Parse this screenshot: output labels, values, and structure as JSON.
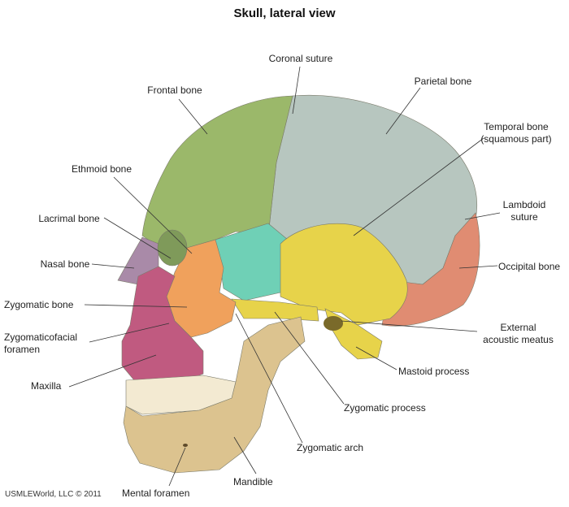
{
  "title": "Skull, lateral view",
  "credit": "USMLEWorld, LLC © 2011",
  "colors": {
    "frontal": "#9bb86a",
    "parietal": "#b7c6bf",
    "temporal": "#e7d34a",
    "occipital": "#e08c72",
    "sphenoid": "#6fd0b6",
    "zygomatic": "#f0a15c",
    "maxilla": "#c05a80",
    "nasal": "#a98aa8",
    "mandible": "#dcc38f",
    "teeth": "#f3ead2",
    "ethmoid": "#7f9a5a"
  },
  "labels": {
    "coronal_suture": "Coronal suture",
    "frontal_bone": "Frontal bone",
    "parietal_bone": "Parietal bone",
    "temporal_bone_1": "Temporal bone",
    "temporal_bone_2": "(squamous part)",
    "ethmoid_bone": "Ethmoid bone",
    "lambdoid_1": "Lambdoid",
    "lambdoid_2": "suture",
    "lacrimal_bone": "Lacrimal bone",
    "nasal_bone": "Nasal bone",
    "occipital_bone": "Occipital bone",
    "zygomatic_bone": "Zygomatic bone",
    "zygomaticofacial_1": "Zygomaticofacial",
    "zygomaticofacial_2": "foramen",
    "external_acoustic_1": "External",
    "external_acoustic_2": "acoustic meatus",
    "maxilla": "Maxilla",
    "mastoid_process": "Mastoid process",
    "zygomatic_process": "Zygomatic process",
    "zygomatic_arch": "Zygomatic arch",
    "mandible": "Mandible",
    "mental_foramen": "Mental foramen"
  }
}
